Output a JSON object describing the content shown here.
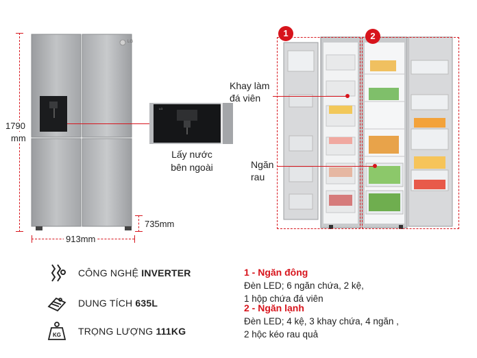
{
  "dimensions": {
    "height_value": "1790",
    "height_unit": "mm",
    "width": "913mm",
    "depth": "735mm"
  },
  "dispenser": {
    "caption_line1": "Lấy nước",
    "caption_line2": "bên ngoài"
  },
  "callouts": {
    "ice_tray_line1": "Khay làm",
    "ice_tray_line2": "đá viên",
    "crisper_line1": "Ngăn",
    "crisper_line2": "rau"
  },
  "badges": [
    "1",
    "2"
  ],
  "features": [
    {
      "icon": "inverter-icon",
      "label": "CÔNG NGHỆ ",
      "value": "INVERTER"
    },
    {
      "icon": "capacity-icon",
      "label": "DUNG TÍCH ",
      "value": "635L"
    },
    {
      "icon": "weight-icon",
      "label": "TRỌNG LƯỢNG ",
      "value": "111KG"
    }
  ],
  "weight_icon_text": "KG",
  "sections": [
    {
      "title": "1 - Ngăn đông",
      "line1": "Đèn LED; 6 ngăn chứa, 2 kệ,",
      "line2": "1 hộp chứa đá viên"
    },
    {
      "title": "2 - Ngăn lạnh",
      "line1": "Đèn LED; 4 kệ, 3 khay chứa, 4 ngăn ,",
      "line2": "2 hộc kéo rau quả"
    }
  ],
  "colors": {
    "accent": "#d7141c",
    "steel": "#a9abae"
  },
  "brand_logo": "LG"
}
